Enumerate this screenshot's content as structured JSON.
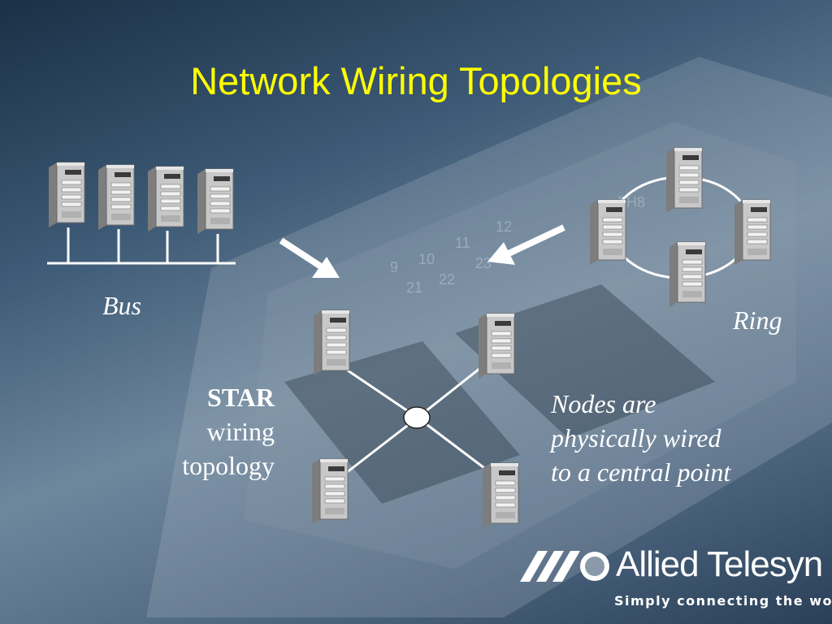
{
  "title": "Network Wiring Topologies",
  "labels": {
    "bus": "Bus",
    "ring": "Ring",
    "star_bold": "STAR",
    "star_line1": "wiring",
    "star_line2": "topology"
  },
  "note": {
    "line1": "Nodes are",
    "line2": "physically wired",
    "line3": "to a central point"
  },
  "brand": {
    "name": "Allied Telesyn",
    "tagline": "Simply connecting the world"
  },
  "colors": {
    "title": "#ffff00",
    "text": "#ffffff",
    "background": "#4d6680"
  },
  "icons": [
    "computer-tower-icon",
    "arrow-icon",
    "hub-icon",
    "brand-logo-icon"
  ]
}
